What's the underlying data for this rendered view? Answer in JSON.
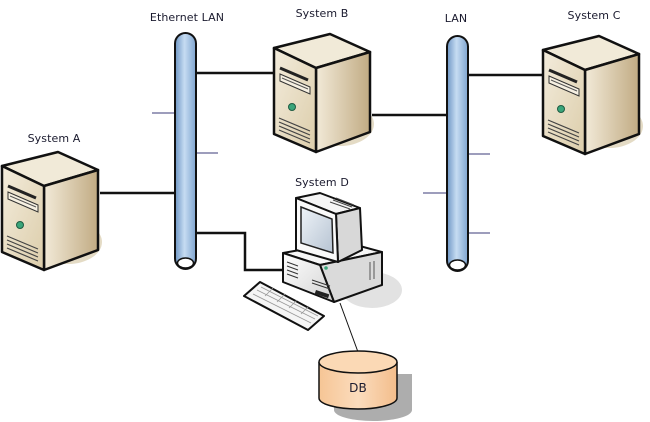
{
  "diagram": {
    "title": "Network topology",
    "nodes": [
      {
        "id": "system_a",
        "label": "System A",
        "kind": "server"
      },
      {
        "id": "system_b",
        "label": "System B",
        "kind": "server"
      },
      {
        "id": "system_c",
        "label": "System C",
        "kind": "server"
      },
      {
        "id": "system_d",
        "label": "System D",
        "kind": "workstation"
      },
      {
        "id": "db",
        "label": "DB",
        "kind": "database"
      }
    ],
    "buses": [
      {
        "id": "ethernet_lan",
        "label": "Ethernet LAN"
      },
      {
        "id": "lan",
        "label": "LAN"
      }
    ],
    "connections": [
      {
        "from": "system_a",
        "to": "ethernet_lan"
      },
      {
        "from": "system_b",
        "to": "ethernet_lan"
      },
      {
        "from": "system_d",
        "to": "ethernet_lan"
      },
      {
        "from": "system_b",
        "to": "lan"
      },
      {
        "from": "system_c",
        "to": "lan"
      },
      {
        "from": "system_d",
        "to": "db"
      }
    ],
    "colors": {
      "bus_fill": "#8fb4dc",
      "bus_highlight": "#c6dcf2",
      "server_body": "#e7dcc3",
      "server_side": "#cbb896",
      "db_fill": "#f9cfa4",
      "led": "#3aa57a"
    }
  }
}
